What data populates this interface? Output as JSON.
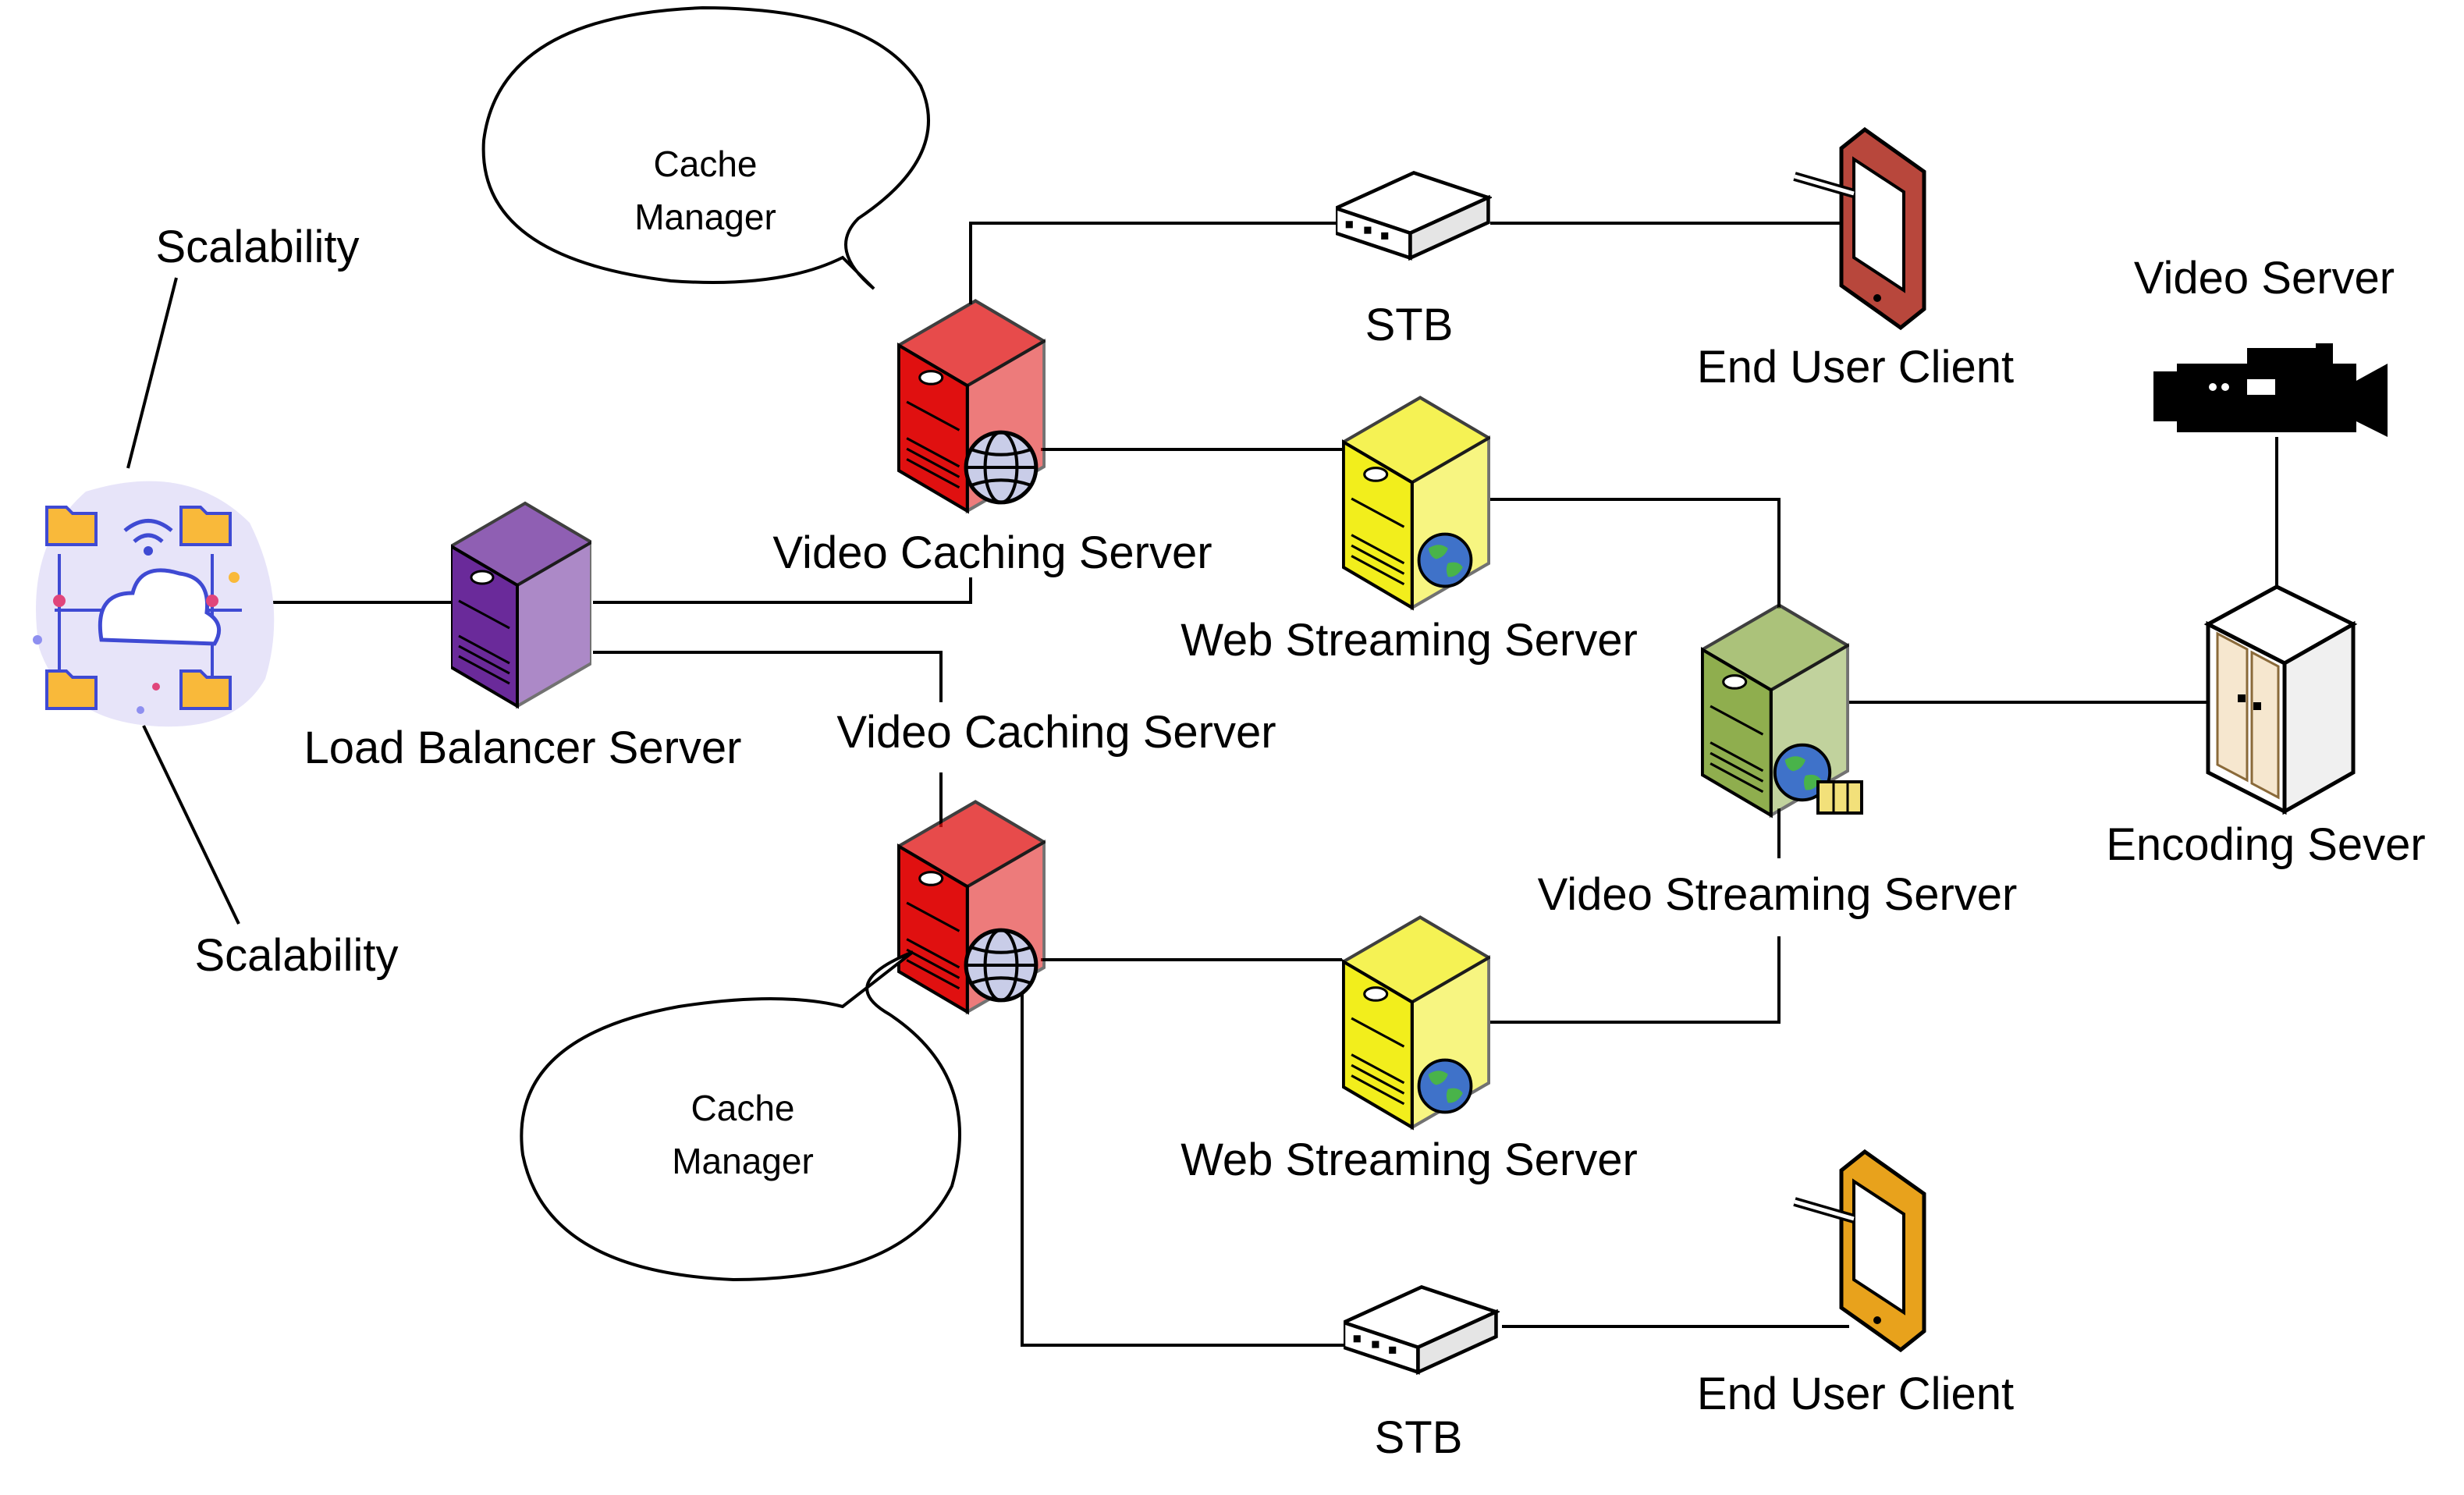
{
  "labels": {
    "scalability_top": "Scalability",
    "scalability_bottom": "Scalability",
    "load_balancer": "Load Balancer Server",
    "video_caching_top": "Video Caching Server",
    "video_caching_bottom": "Video Caching Server",
    "cache_manager_top": [
      "Cache",
      "Manager"
    ],
    "cache_manager_bottom": [
      "Cache",
      "Manager"
    ],
    "stb_top": "STB",
    "stb_bottom": "STB",
    "end_user_top": "End User Client",
    "end_user_bottom": "End User Client",
    "web_streaming_top": "Web Streaming Server",
    "web_streaming_bottom": "Web Streaming Server",
    "video_streaming": "Video Streaming Server",
    "video_server": "Video Server",
    "encoding_server": "Encoding Sever"
  },
  "icons": {
    "cloud": "cloud-network-icon",
    "load_balancer": "purple-server-icon",
    "cache_server": "red-server-globe-icon",
    "web_server": "yellow-server-globe-icon",
    "stream_server": "green-server-globe-icon",
    "encoder": "encoding-server-icon",
    "camera": "video-camera-icon",
    "stb": "set-top-box-icon",
    "tablet": "tablet-icon"
  },
  "colors": {
    "purple": "#6a2a9a",
    "red": "#e01010",
    "yellow": "#f2ee1c",
    "green": "#8fae4e",
    "tablet_red": "#b8473c",
    "tablet_orange": "#e8a21c"
  }
}
